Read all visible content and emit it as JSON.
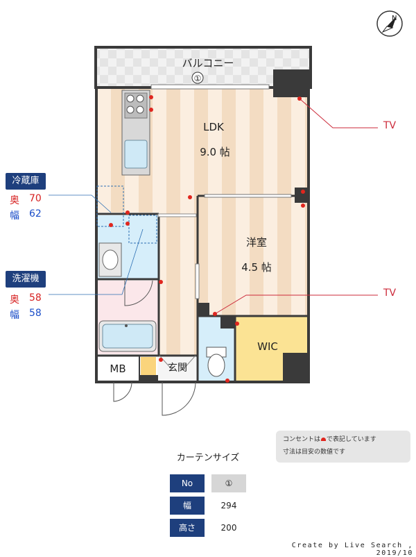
{
  "balcony": {
    "label": "バルコニー",
    "number": "①"
  },
  "rooms": {
    "ldk": {
      "name": "LDK",
      "size": "9.0 帖"
    },
    "western": {
      "name": "洋室",
      "size": "4.5 帖"
    },
    "wic": {
      "name": "WIC"
    },
    "mb": {
      "name": "MB"
    },
    "entrance": {
      "name": "玄関"
    }
  },
  "tv_labels": [
    "TV",
    "TV"
  ],
  "fridge": {
    "title": "冷蔵庫",
    "depth_label": "奥",
    "depth": "70",
    "width_label": "幅",
    "width": "62"
  },
  "washer": {
    "title": "洗濯機",
    "depth_label": "奥",
    "depth": "58",
    "width_label": "幅",
    "width": "58"
  },
  "note": {
    "line1_a": "コンセントは",
    "line1_b": "で表記しています",
    "line2": "寸法は目安の数値です"
  },
  "curtain": {
    "title": "カーテンサイズ",
    "rows": [
      {
        "head": "No",
        "value": "①"
      },
      {
        "head": "幅",
        "value": "294"
      },
      {
        "head": "高さ",
        "value": "200"
      }
    ]
  },
  "credit": "Create by Live Search , 2019/10",
  "colors": {
    "navy": "#1e3f7d",
    "outlet": "#e0261e",
    "tv_line": "#cc2a3a",
    "wall": "#3a3a3a"
  },
  "icons": [
    "compass-icon",
    "outlet-icon"
  ]
}
